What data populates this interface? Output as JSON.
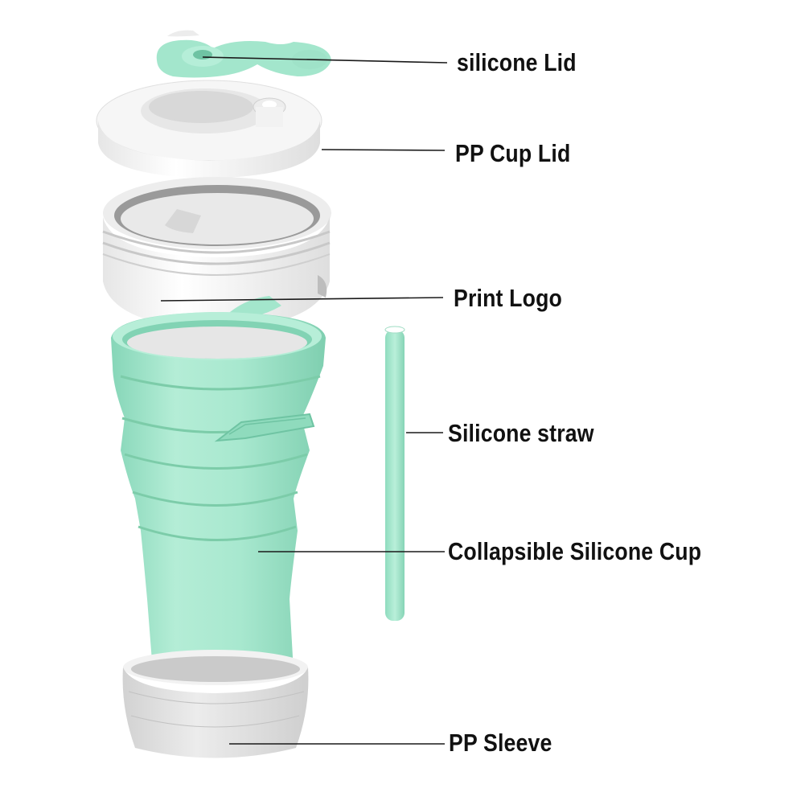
{
  "colors": {
    "silicone": "#a3e6cc",
    "silicone_light": "#c3f1de",
    "silicone_dark": "#7fcfb0",
    "pp_white": "#f7f7f7",
    "pp_gray": "#dcdcdc",
    "leader_line": "#1a1a1a"
  },
  "callouts": [
    {
      "id": "silicone-lid",
      "label": "silicone Lid"
    },
    {
      "id": "pp-cup-lid",
      "label": "PP Cup Lid"
    },
    {
      "id": "print-logo",
      "label": "Print Logo"
    },
    {
      "id": "silicone-straw",
      "label": "Silicone straw"
    },
    {
      "id": "collapsible-silicone-cup",
      "label": "Collapsible Silicone Cup"
    },
    {
      "id": "pp-sleeve",
      "label": "PP Sleeve"
    }
  ]
}
